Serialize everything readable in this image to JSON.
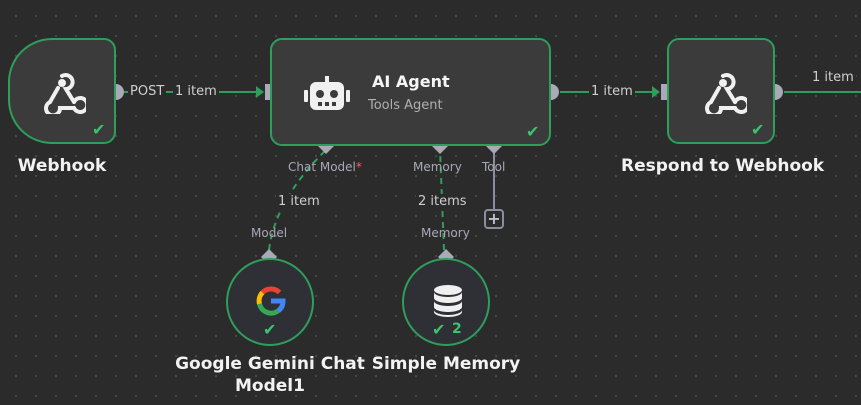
{
  "nodes": {
    "webhook": {
      "label": "Webhook"
    },
    "ai_agent": {
      "title": "AI Agent",
      "subtitle": "Tools Agent"
    },
    "respond": {
      "label": "Respond to Webhook"
    },
    "gemini": {
      "label_line1": "Google Gemini Chat",
      "label_line2": "Model1"
    },
    "memory": {
      "label": "Simple Memory",
      "run_count": "2"
    }
  },
  "edges": {
    "webhook_out": "POST",
    "webhook_to_agent": "1 item",
    "agent_to_respond": "1 item",
    "respond_out": "1 item",
    "gemini_to_agent": "1 item",
    "memory_to_agent": "2 items"
  },
  "ports": {
    "chat_model": "Chat Model",
    "chat_model_required": "*",
    "memory": "Memory",
    "tool": "Tool",
    "model": "Model",
    "memory_source": "Memory"
  },
  "colors": {
    "success": "#2e9e5b",
    "canvas": "#2b2b2b",
    "node_bg": "#3b3b3b",
    "port": "#a9a9b7"
  },
  "icons": {
    "webhook": "webhook-icon",
    "agent": "robot-icon",
    "gemini": "google-g-icon",
    "memory": "database-icon",
    "add": "plus-icon"
  }
}
